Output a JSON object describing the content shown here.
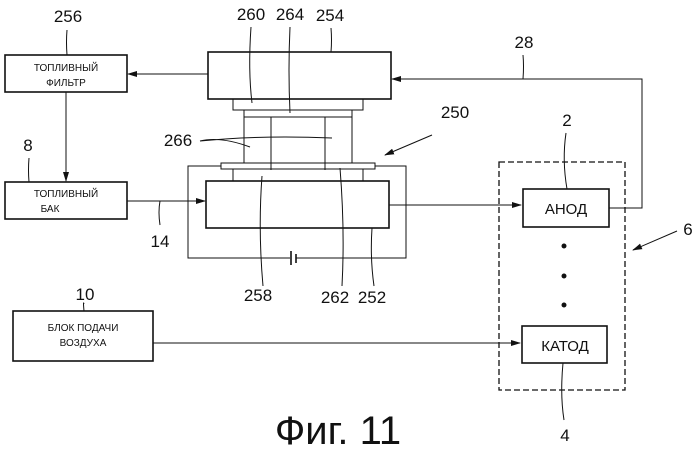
{
  "labels": {
    "fuel_filter_ref": "256",
    "fuel_tank_ref": "8",
    "air_supply_ref": "10",
    "pipe_ref": "14",
    "return_line_ref": "28",
    "device_ref": "250",
    "upper_block_ref": "254",
    "lower_block_ref": "252",
    "ref_260": "260",
    "ref_264": "264",
    "ref_266": "266",
    "ref_258": "258",
    "ref_262": "262",
    "anode_ref": "2",
    "cathode_ref": "4",
    "fuel_cell_ref": "6"
  },
  "blocks": {
    "fuel_filter": [
      "ТОПЛИВНЫЙ",
      "ФИЛЬТР"
    ],
    "fuel_tank": [
      "ТОПЛИВНЫЙ",
      "БАК"
    ],
    "air_supply": [
      "БЛОК ПОДАЧИ",
      "ВОЗДУХА"
    ],
    "anode": "АНОД",
    "cathode": "КАТОД"
  },
  "caption": "Фиг. 11"
}
